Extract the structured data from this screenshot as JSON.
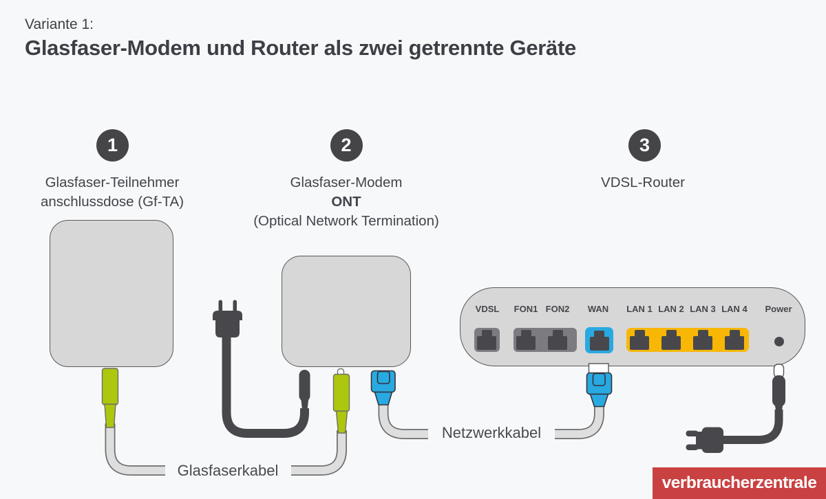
{
  "header": {
    "eyebrow": "Variante 1:",
    "title": "Glasfaser-Modem und Router als zwei getrennte Geräte"
  },
  "steps": [
    {
      "number": "1",
      "lines": [
        "Glasfaser-Teilnehmer",
        "anschlussdose (Gf-TA)"
      ]
    },
    {
      "number": "2",
      "lines": [
        "Glasfaser-Modem",
        "ONT",
        "(Optical Network Termination)"
      ]
    },
    {
      "number": "3",
      "lines": [
        "VDSL-Router"
      ]
    }
  ],
  "cable_labels": {
    "fiber": "Glasfaserkabel",
    "network": "Netzwerkkabel"
  },
  "router": {
    "port_labels": [
      "VDSL",
      "FON1",
      "FON2",
      "WAN",
      "LAN 1",
      "LAN 2",
      "LAN 3",
      "LAN 4",
      "Power"
    ]
  },
  "logo": {
    "text": "verbraucherzentrale"
  },
  "colors": {
    "background": "#f7f8fa",
    "dark_gray": "#48484c",
    "device_gray": "#d7d7d8",
    "fiber_green": "#adc60e",
    "network_blue": "#29a9e1",
    "lan_yellow": "#f8b705",
    "port_gray": "#7c7c80",
    "logo_red": "#c94141"
  }
}
